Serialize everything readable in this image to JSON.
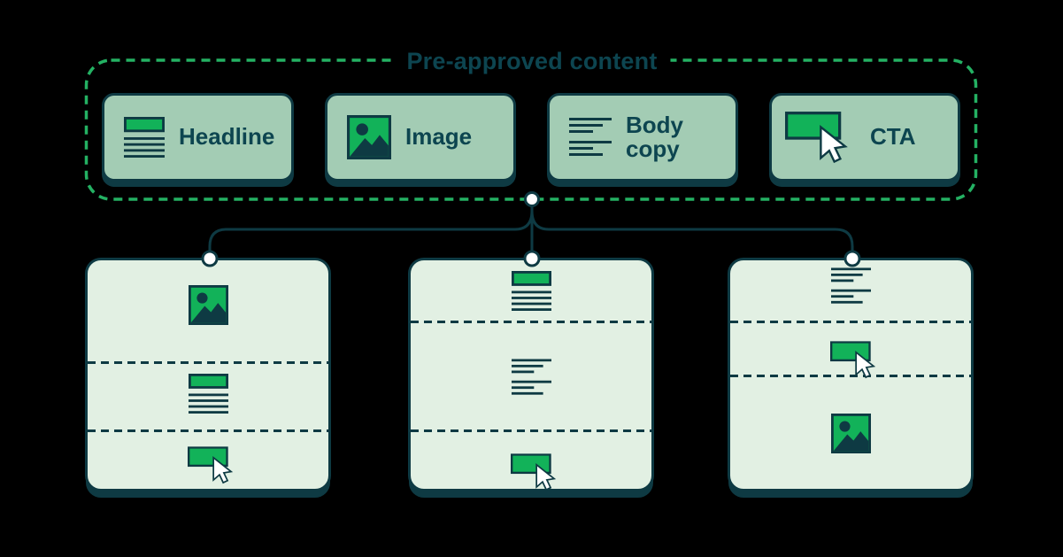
{
  "title": "Pre-approved content",
  "palette": {
    "dark_teal": "#0e3a43",
    "text_teal": "#0d4550",
    "green": "#12b259",
    "dash_green": "#24b163",
    "card_fill": "#a3ccb4",
    "box_fill": "#e2f0e3",
    "node_fill": "#ffffff",
    "background": "#000000"
  },
  "content_blocks": [
    {
      "label": "Headline",
      "icon": "headline-icon"
    },
    {
      "label": "Image",
      "icon": "image-icon"
    },
    {
      "label": "Body copy",
      "icon": "body-copy-icon"
    },
    {
      "label": "CTA",
      "icon": "cta-icon"
    }
  ],
  "layout_variants": [
    {
      "name": "variant-1",
      "sections": [
        "image",
        "headline",
        "cta"
      ]
    },
    {
      "name": "variant-2",
      "sections": [
        "headline",
        "body-copy",
        "cta"
      ]
    },
    {
      "name": "variant-3",
      "sections": [
        "body-copy",
        "cta",
        "image"
      ]
    }
  ]
}
